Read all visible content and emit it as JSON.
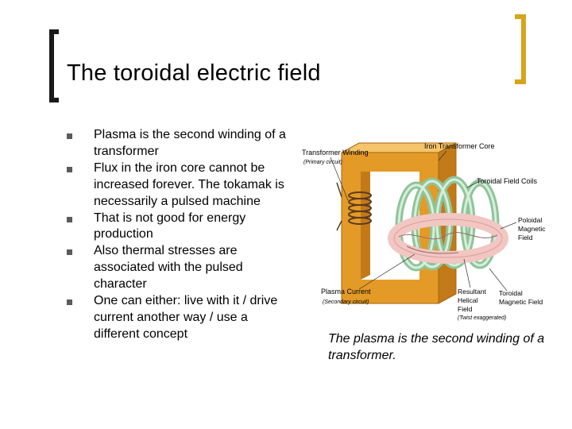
{
  "slide": {
    "title": "The toroidal electric field",
    "bullets": [
      "Plasma is the second winding of a transformer",
      "Flux in the iron core cannot be increased forever. The tokamak is necessarily a pulsed machine",
      "That is not good for energy production",
      "Also thermal stresses are associated with the pulsed character",
      "One can either: live with it / drive current another way / use a different concept"
    ],
    "caption": "The plasma is the second winding of a transformer.",
    "colors": {
      "accent_bracket": "#d8a41c",
      "title_bracket": "#1a1a1a",
      "bullet_marker": "#5a5a5a"
    }
  },
  "diagram": {
    "labels": {
      "transformer_winding": "Transformer Winding",
      "primary_circuit": "(Primary circuit)",
      "iron_core": "Iron Transformer Core",
      "toroidal_coils": "Toroidal Field Coils",
      "poloidal": [
        "Poloidal",
        "Magnetic",
        "Field"
      ],
      "plasma_current": "Plasma Current",
      "secondary_circuit": "(Secondary circuit)",
      "resultant": [
        "Resultant",
        "Helical",
        "Field"
      ],
      "twist": "(Twist exaggerated)",
      "toroidal_field": [
        "Toroidal",
        "Magnetic Field"
      ]
    },
    "colors": {
      "core": "#e49a26",
      "coil": "#b4dcb8",
      "plasma": "#f2c6c2"
    }
  }
}
